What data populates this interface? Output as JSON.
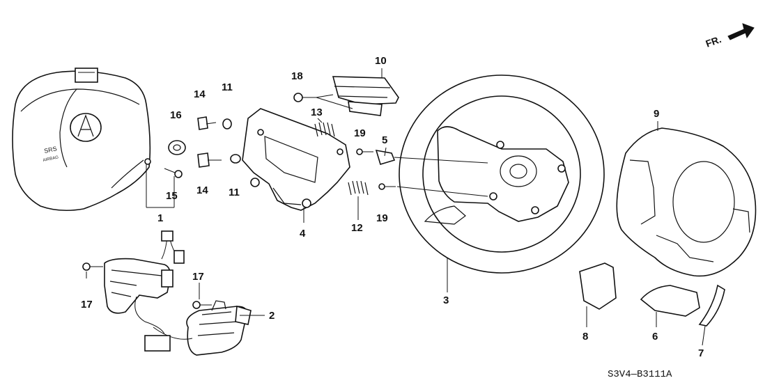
{
  "diagram": {
    "direction_label": "FR.",
    "drawing_code": "S3V4—B3111A",
    "airbag_emblem": [
      "SRS",
      "AIRBAG"
    ],
    "callouts": {
      "c1": "1",
      "c2": "2",
      "c3": "3",
      "c4": "4",
      "c5": "5",
      "c6": "6",
      "c7": "7",
      "c8": "8",
      "c9": "9",
      "c10": "10",
      "c11a": "11",
      "c11b": "11",
      "c12": "12",
      "c13": "13",
      "c14a": "14",
      "c14b": "14",
      "c15": "15",
      "c16": "16",
      "c17a": "17",
      "c17b": "17",
      "c18": "18",
      "c19a": "19",
      "c19b": "19"
    }
  }
}
